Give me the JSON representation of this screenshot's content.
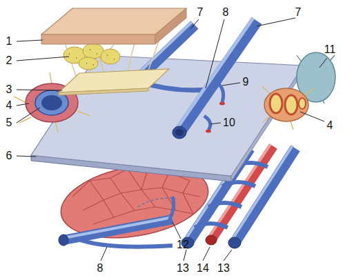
{
  "diagram": {
    "labels": [
      "1",
      "2",
      "3",
      "4",
      "5",
      "6",
      "7",
      "8",
      "7",
      "9",
      "10",
      "11",
      "4",
      "8",
      "12",
      "13",
      "14",
      "13"
    ]
  }
}
